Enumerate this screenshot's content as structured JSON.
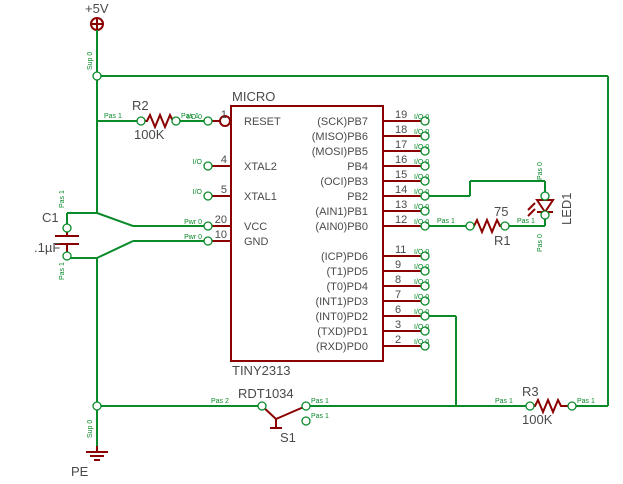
{
  "power": {
    "supply": "+5V",
    "ground": "PE",
    "sup_label": "Sup 0"
  },
  "micro": {
    "title": "MICRO",
    "part": "TINY2313",
    "left_pins": [
      {
        "num": "1",
        "name": "RESET",
        "tag": "I/O 0"
      },
      {
        "num": "4",
        "name": "XTAL2",
        "tag": "I/O"
      },
      {
        "num": "5",
        "name": "XTAL1",
        "tag": "I/O"
      },
      {
        "num": "20",
        "name": "VCC",
        "tag": "Pwr 0"
      },
      {
        "num": "10",
        "name": "GND",
        "tag": "Pwr 0"
      }
    ],
    "right_pins": [
      {
        "num": "19",
        "name": "(SCK)PB7",
        "tag": "I/O 0"
      },
      {
        "num": "18",
        "name": "(MISO)PB6",
        "tag": "I/O 0"
      },
      {
        "num": "17",
        "name": "(MOSI)PB5",
        "tag": "I/O 0"
      },
      {
        "num": "16",
        "name": "PB4",
        "tag": "I/O 0"
      },
      {
        "num": "15",
        "name": "(OCI)PB3",
        "tag": "I/O 0"
      },
      {
        "num": "14",
        "name": "PB2",
        "tag": "I/O 0"
      },
      {
        "num": "13",
        "name": "(AIN1)PB1",
        "tag": "I/O 0"
      },
      {
        "num": "12",
        "name": "(AIN0)PB0",
        "tag": "I/O 0"
      },
      {
        "num": "11",
        "name": "(ICP)PD6",
        "tag": "I/O 0"
      },
      {
        "num": "9",
        "name": "(T1)PD5",
        "tag": "I/O 0"
      },
      {
        "num": "8",
        "name": "(T0)PD4",
        "tag": "I/O 0"
      },
      {
        "num": "7",
        "name": "(INT1)PD3",
        "tag": "I/O 0"
      },
      {
        "num": "6",
        "name": "(INT0)PD2",
        "tag": "I/O 0"
      },
      {
        "num": "3",
        "name": "(TXD)PD1",
        "tag": "I/O 0"
      },
      {
        "num": "2",
        "name": "(RXD)PD0",
        "tag": "I/O 0"
      }
    ]
  },
  "components": {
    "r2": {
      "name": "R2",
      "value": "100K",
      "pin1": "Pas 1",
      "pin2": "Pas 1"
    },
    "c1": {
      "name": "C1",
      "value": ".1µF",
      "pin1": "Pas 1",
      "pin2": "Pas 1"
    },
    "r1": {
      "name": "R1",
      "value": "75",
      "pin1": "Pas 1",
      "pin2": "Pas 1"
    },
    "led1": {
      "name": "LED1",
      "pin_a": "Pas 0",
      "pin_k": "Pas 0"
    },
    "r3": {
      "name": "R3",
      "value": "100K",
      "pin1": "Pas 1",
      "pin2": "Pas 1"
    },
    "s1": {
      "name": "S1",
      "part": "RDT1034",
      "pin_a": "Pas 2",
      "pin_b": "Pas 1",
      "pin_c": "Pas 1"
    }
  }
}
